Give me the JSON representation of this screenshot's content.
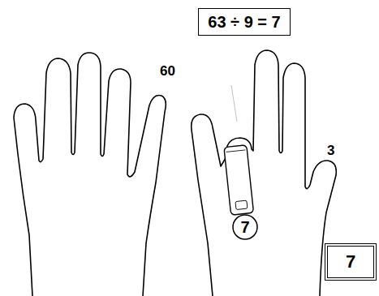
{
  "diagram": {
    "nodes": [
      {
        "text": [
          "63 ÷ 9 = 7"
        ]
      },
      {
        "text": [
          "7"
        ]
      },
      {
        "text": [
          "7"
        ]
      }
    ],
    "labels": [
      "60",
      "3"
    ]
  }
}
